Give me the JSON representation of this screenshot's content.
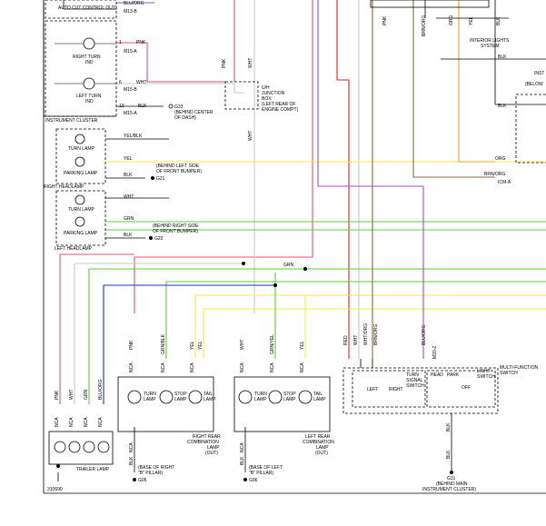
{
  "diagram_id": "310690",
  "colors": {
    "pink": "#e0507a",
    "white": "#c8c8c8",
    "yellow": "#f4ea4a",
    "green": "#5dcc3a",
    "blue": "#2030c0",
    "red": "#e02020",
    "orange": "#f0a020",
    "brown": "#8a6a3a",
    "violet": "#a050c0",
    "black": "#000000"
  },
  "labels": {
    "auto_cut": "AUTO CUT CONTROL OUT)",
    "blu_org": "BLU/ORG",
    "m13b": "M13-B",
    "pnk": "PNK",
    "m15a": "M15-A",
    "right_turn_ind_1": "RIGHT TURN",
    "right_turn_ind_2": "IND",
    "left_turn_ind_1": "LEFT TURN",
    "left_turn_ind_2": "IND",
    "wht": "WHT",
    "m15b": "M15-B",
    "blk": "BLK",
    "g33": "G33",
    "behind_center_1": "(BEHIND CENTER",
    "behind_center_2": "OF DASH)",
    "instrument_cluster": "INSTRUMENT CLUSTER",
    "jbox_1": "U/H",
    "jbox_2": "JUNCTION",
    "jbox_3": "BOX",
    "jbox_4": "(LEFT REAR OF",
    "jbox_5": "ENGINE COMPT)",
    "yel_blk": "YEL/BLK",
    "turn_lamp": "TURN LAMP",
    "yel": "YEL",
    "behind_left_1": "(BEHIND LEFT SIDE",
    "behind_left_2": "OF FRONT BUMPER)",
    "g21": "G21",
    "parking_lamp": "PARKING LAMP",
    "right_headlamp": "RIGHT HEADLAMP",
    "grn": "GRN",
    "behind_right_1": "(BEHIND RIGHT SIDE",
    "behind_right_2": "OF FRONT BUMPER)",
    "g22": "G22",
    "left_headlamp": "LEFT HEADLAMP",
    "interior_lights_1": "INTERIOR LIGHTS",
    "interior_lights_2": "SYSTEM",
    "inst": "INST",
    "below": "(BELOW",
    "org": "ORG",
    "brn_org": "BRN/ORG",
    "icma": "ICM-A",
    "red": "RED",
    "grn_blk": "GRN/BLK",
    "grn_yel": "GRN/YEL",
    "wht_org": "WHT/ORG",
    "brn_org_v": "BRN/ORG",
    "blu_org_v": "BLU/ORG",
    "m20z": "M20-Z",
    "turn_signal_switch_1": "TURN",
    "turn_signal_switch_2": "SIGNAL",
    "turn_signal_switch_3": "SWITCH",
    "left": "LEFT",
    "right": "RIGHT",
    "head": "HEAD",
    "park": "PARK",
    "off": "OFF",
    "light_switch_1": "LIGHT",
    "light_switch_2": "SWITCH",
    "multi_function_1": "MULTI-FUNCTION",
    "multi_function_2": "SWITCH",
    "g31": "G31",
    "behind_main_1": "(BEHIND MAIN",
    "behind_main_2": "INSTRUMENT CLUSTER)",
    "turn": "TURN",
    "lamp": "LAMP",
    "stop": "STOP",
    "tail": "TAIL",
    "right_rear_1": "RIGHT REAR",
    "right_rear_2": "COMBINATION",
    "right_rear_3": "LAMP",
    "right_rear_4": "(OUT)",
    "left_rear_1": "LEFT REAR",
    "left_rear_2": "COMBINATION",
    "left_rear_3": "LAMP",
    "left_rear_4": "(OUT)",
    "trailer_lamp": "TRAILER LAMP",
    "base_right_1": "(BASE OF RIGHT",
    "base_right_2": "\"B\" PILLAR)",
    "g05": "G05",
    "base_left_1": "(BASE OF LEFT",
    "base_left_2": "\"B\" PILLAR)",
    "g06": "G06",
    "nca": "NCA"
  }
}
